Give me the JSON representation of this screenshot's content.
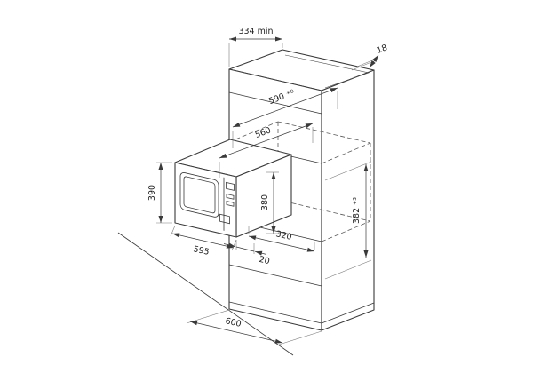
{
  "colors": {
    "ink": "#3a3a3a",
    "paper": "#ffffff"
  },
  "dims": {
    "top_depth": "334 min",
    "panel_thickness": "18",
    "niche_590": "590 ⁺⁸",
    "niche_560": "560",
    "oven_height": "390",
    "inner_height": "380",
    "niche_height": "382 ⁺³",
    "oven_width": "595",
    "depth_320": "320",
    "gap_20": "20",
    "base_width": "600"
  }
}
